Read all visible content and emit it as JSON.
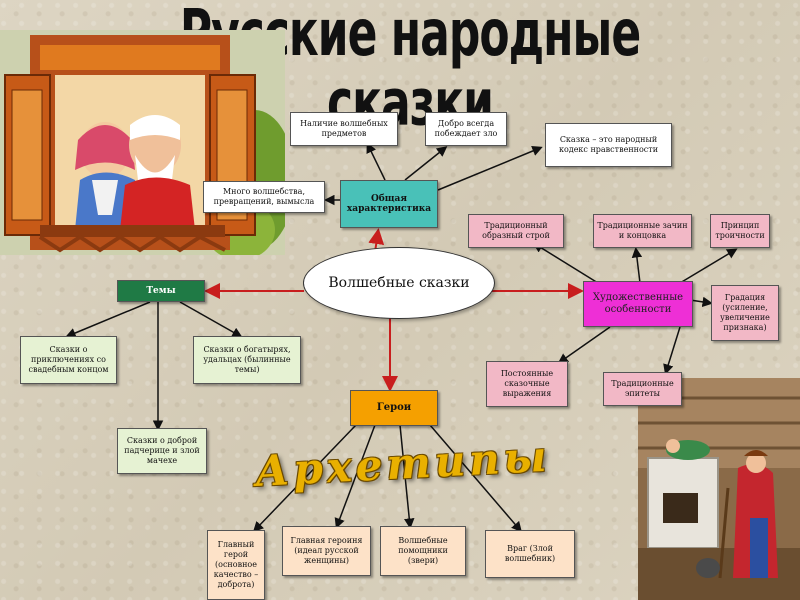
{
  "slide_title": "Русские народные сказки",
  "archetypes_label": "Архетипы",
  "center": "Волшебные сказки",
  "nodes": {
    "general": "Общая характеристика",
    "magic_objects": "Наличие волшебных предметов",
    "good_wins": "Добро всегда побеждает зло",
    "moral_code": "Сказка – это народный кодекс нравственности",
    "much_magic": "Много волшебства, превращений, вымысла",
    "artistic": "Художественные особенности",
    "traditional_style": "Традиционный образный строй",
    "traditional_openings": "Традиционные зачин и концовка",
    "triple_principle": "Принцип троичности",
    "gradation": "Градация (усиление, увеличение признака)",
    "constant_expressions": "Постоянные сказочные выражения",
    "traditional_epithets": "Традиционные эпитеты",
    "themes": "Темы",
    "theme_adventures": "Сказки о приключениях со свадебным концом",
    "theme_heroes": "Сказки о богатырях, удальцах (былинные темы)",
    "theme_stepdaughter": "Сказки о доброй падчерице и злой мачехе",
    "heroes": "Герои",
    "hero_main": "Главный герой (основное качество – доброта)",
    "hero_heroine": "Главная героиня (идеал русской женщины)",
    "hero_helpers": "Волшебные помощники (звери)",
    "hero_enemy": "Враг (Злой волшебник)"
  }
}
